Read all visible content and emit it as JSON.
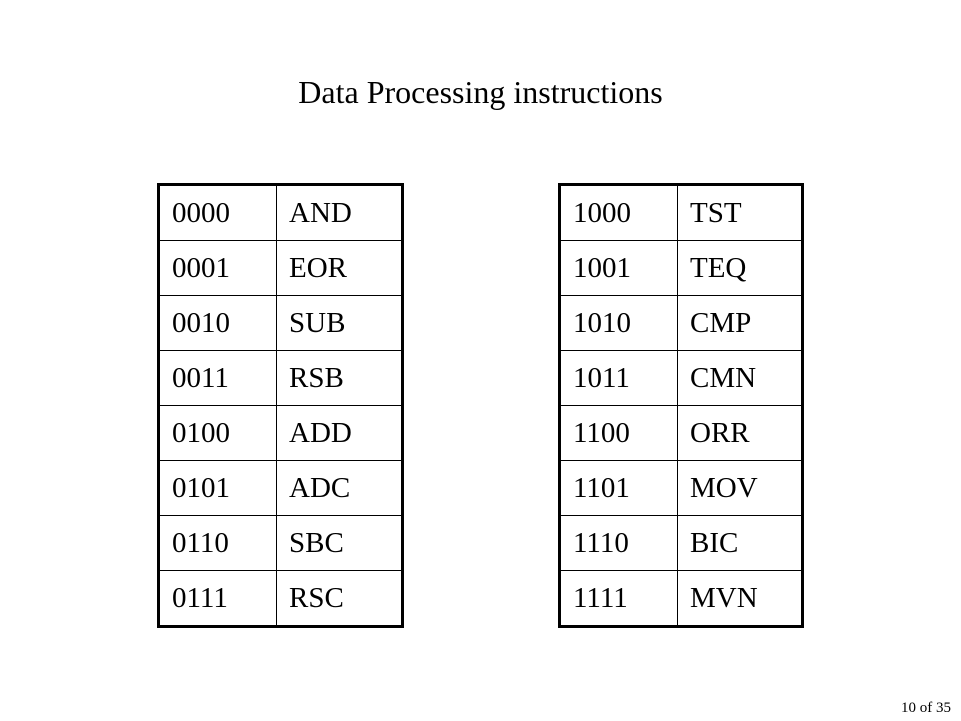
{
  "slide": {
    "title": "Data Processing instructions",
    "page_indicator": "10 of 35"
  },
  "tables": {
    "left": [
      {
        "code": "0000",
        "mnemonic": "AND"
      },
      {
        "code": "0001",
        "mnemonic": "EOR"
      },
      {
        "code": "0010",
        "mnemonic": "SUB"
      },
      {
        "code": "0011",
        "mnemonic": "RSB"
      },
      {
        "code": "0100",
        "mnemonic": "ADD"
      },
      {
        "code": "0101",
        "mnemonic": "ADC"
      },
      {
        "code": "0110",
        "mnemonic": "SBC"
      },
      {
        "code": "0111",
        "mnemonic": "RSC"
      }
    ],
    "right": [
      {
        "code": "1000",
        "mnemonic": "TST"
      },
      {
        "code": "1001",
        "mnemonic": "TEQ"
      },
      {
        "code": "1010",
        "mnemonic": "CMP"
      },
      {
        "code": "1011",
        "mnemonic": "CMN"
      },
      {
        "code": "1100",
        "mnemonic": "ORR"
      },
      {
        "code": "1101",
        "mnemonic": "MOV"
      },
      {
        "code": "1110",
        "mnemonic": "BIC"
      },
      {
        "code": "1111",
        "mnemonic": "MVN"
      }
    ]
  }
}
